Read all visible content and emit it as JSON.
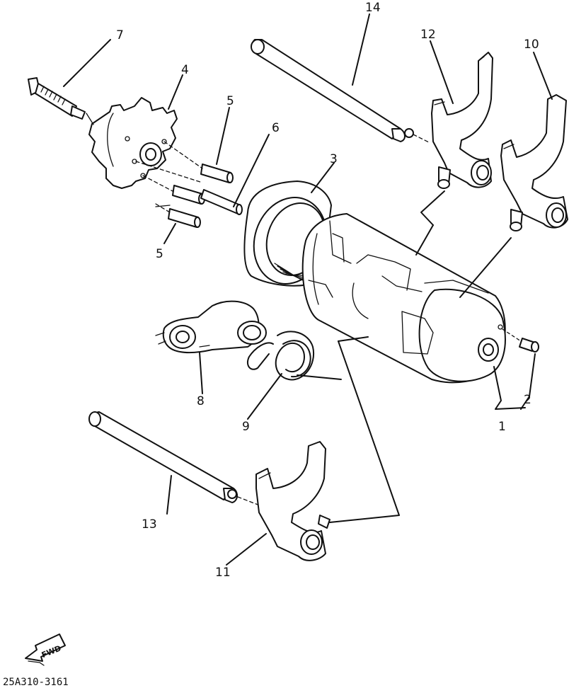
{
  "diagram": {
    "callouts": [
      {
        "id": "1",
        "text": "1"
      },
      {
        "id": "2",
        "text": "2"
      },
      {
        "id": "3",
        "text": "3"
      },
      {
        "id": "4",
        "text": "4"
      },
      {
        "id": "5a",
        "text": "5"
      },
      {
        "id": "5b",
        "text": "5"
      },
      {
        "id": "6",
        "text": "6"
      },
      {
        "id": "7",
        "text": "7"
      },
      {
        "id": "8",
        "text": "8"
      },
      {
        "id": "9",
        "text": "9"
      },
      {
        "id": "10",
        "text": "10"
      },
      {
        "id": "11",
        "text": "11"
      },
      {
        "id": "12",
        "text": "12"
      },
      {
        "id": "13",
        "text": "13"
      },
      {
        "id": "14",
        "text": "14"
      }
    ],
    "direction_badge": "FWD",
    "drawing_code": "25A310-3161"
  }
}
